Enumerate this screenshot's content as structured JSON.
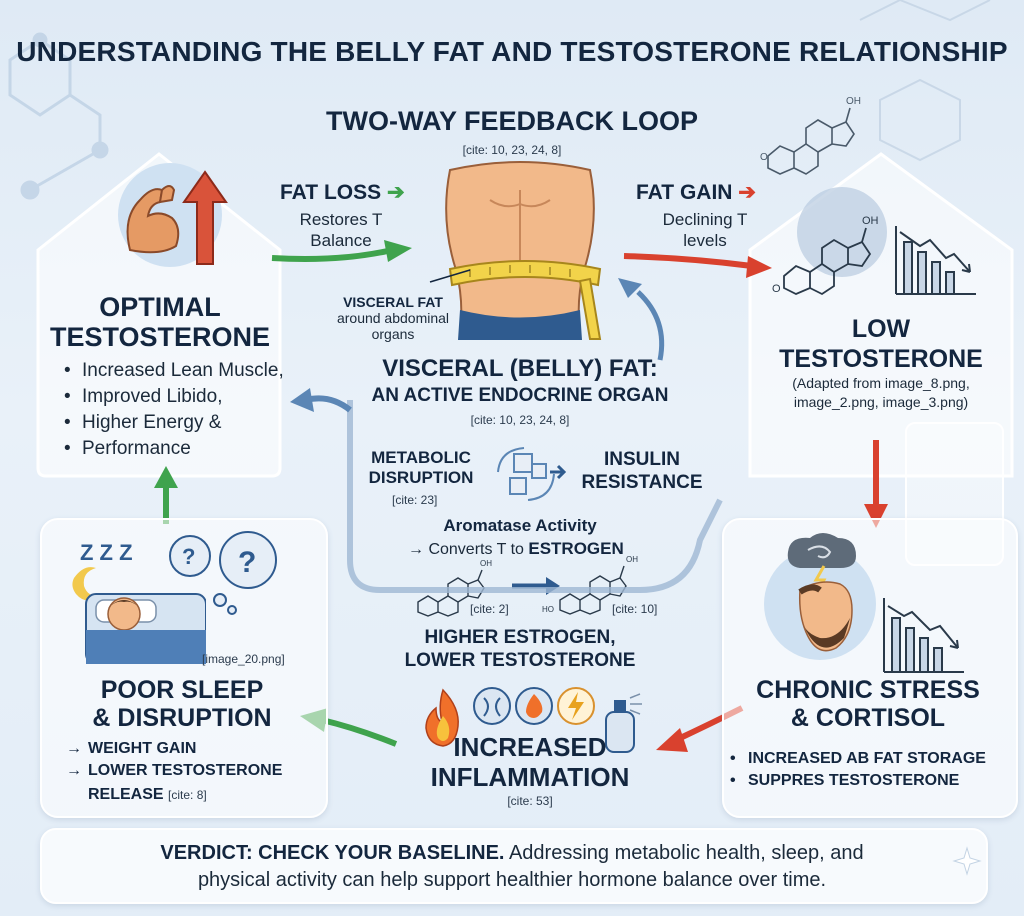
{
  "title": "UNDERSTANDING THE BELLY FAT AND TESTOSTERONE RELATIONSHIP",
  "loop": {
    "heading": "TWO-WAY FEEDBACK LOOP",
    "cite": "[cite: 10, 23, 24, 8]"
  },
  "fat_loss": {
    "label": "FAT LOSS",
    "desc1": "Restores T",
    "desc2": "Balance"
  },
  "fat_gain": {
    "label": "FAT GAIN",
    "desc1": "Declining T",
    "desc2": "levels"
  },
  "visceral_label": {
    "line1": "VISCERAL FAT",
    "line2": "around abdominal",
    "line3": "organs"
  },
  "optimal": {
    "title1": "OPTIMAL",
    "title2": "TESTOSTERONE",
    "bullets": [
      "Increased Lean Muscle,",
      "Improved Libido,",
      "Higher Energy &",
      "Performance"
    ]
  },
  "low": {
    "title1": "LOW",
    "title2": "TESTOSTERONE",
    "note1": "(Adapted from image_8.png,",
    "note2": "image_2.png, image_3.png)"
  },
  "center": {
    "title1": "VISCERAL (BELLY) FAT:",
    "title2": "AN ACTIVE ENDOCRINE ORGAN",
    "cite": "[cite: 10, 23, 24, 8]",
    "metabolic1": "METABOLIC",
    "metabolic2": "DISRUPTION",
    "metabolic_cite": "[cite: 23]",
    "insulin1": "INSULIN",
    "insulin2": "RESISTANCE",
    "aromatase": "Aromatase Activity",
    "converts": "Converts T to",
    "estrogen": "ESTROGEN",
    "cite2": "[cite: 2]",
    "cite10": "[cite: 10]",
    "higher1": "HIGHER ESTROGEN,",
    "higher2": "LOWER TESTOSTERONE"
  },
  "sleep": {
    "image_label": "[image_20.png]",
    "title1": "POOR SLEEP",
    "title2": "& DISRUPTION",
    "items": [
      "WEIGHT GAIN",
      "LOWER TESTOSTERONE"
    ],
    "release": "RELEASE",
    "cite": "[cite: 8]"
  },
  "inflammation": {
    "title1": "INCREASED",
    "title2": "INFLAMMATION",
    "cite": "[cite: 53]"
  },
  "stress": {
    "title1": "CHRONIC STRESS",
    "title2": "& CORTISOL",
    "bullets": [
      "INCREASED AB FAT STORAGE",
      "SUPPRES TESTOSTERONE"
    ]
  },
  "verdict": {
    "label": "VERDICT: CHECK YOUR BASELINE.",
    "text1": " Addressing metabolic health, sleep, and",
    "text2": "physical activity can help support healthier hormone balance over time."
  },
  "colors": {
    "navy": "#13263f",
    "green": "#3fa34d",
    "red": "#d9412e",
    "blue_arrow": "#5b86b5",
    "skin": "#f2b98a"
  },
  "icons": [
    "flexed-arm-icon",
    "up-arrow-icon",
    "torso-icon",
    "tape-measure-icon",
    "molecule-icon",
    "decline-chart-icon",
    "sleeping-man-icon",
    "stressed-man-icon",
    "fire-icon",
    "lightning-icon",
    "spray-bottle-icon"
  ]
}
